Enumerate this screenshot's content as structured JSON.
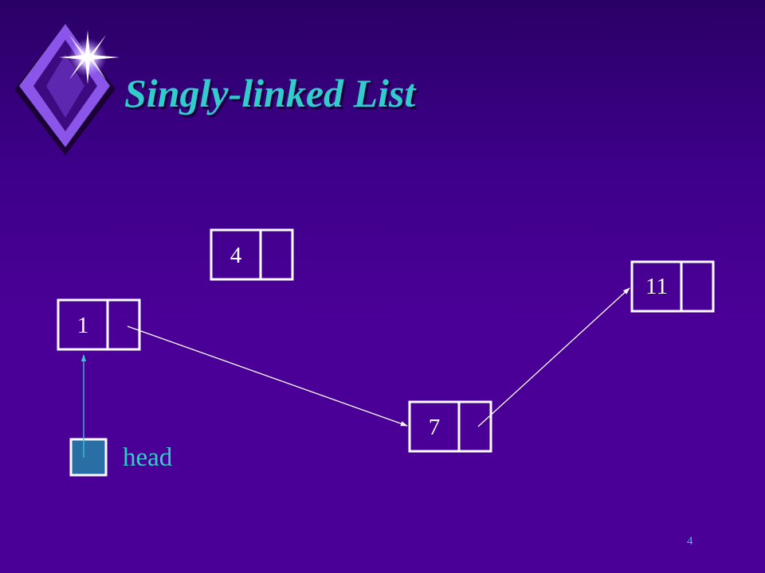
{
  "slide": {
    "title": "Singly-linked List",
    "page_number": "4"
  },
  "diagram": {
    "nodes": [
      {
        "id": "node-4",
        "value": "4"
      },
      {
        "id": "node-1",
        "value": "1"
      },
      {
        "id": "node-11",
        "value": "11"
      },
      {
        "id": "node-7",
        "value": "7"
      }
    ],
    "links": [
      {
        "from": "node-1",
        "to": "node-7"
      },
      {
        "from": "node-7",
        "to": "node-11"
      },
      {
        "from": "head",
        "to": "node-1"
      }
    ],
    "head_label": "head"
  },
  "colors": {
    "background": "#4a0096",
    "title": "#33cccc",
    "node_border": "#ffffff",
    "link": "#ffffff",
    "head_pointer": "#33cccc",
    "head_box_fill": "#2a6ea6"
  },
  "icons": {
    "logo": "sparkle-diamond-icon"
  }
}
